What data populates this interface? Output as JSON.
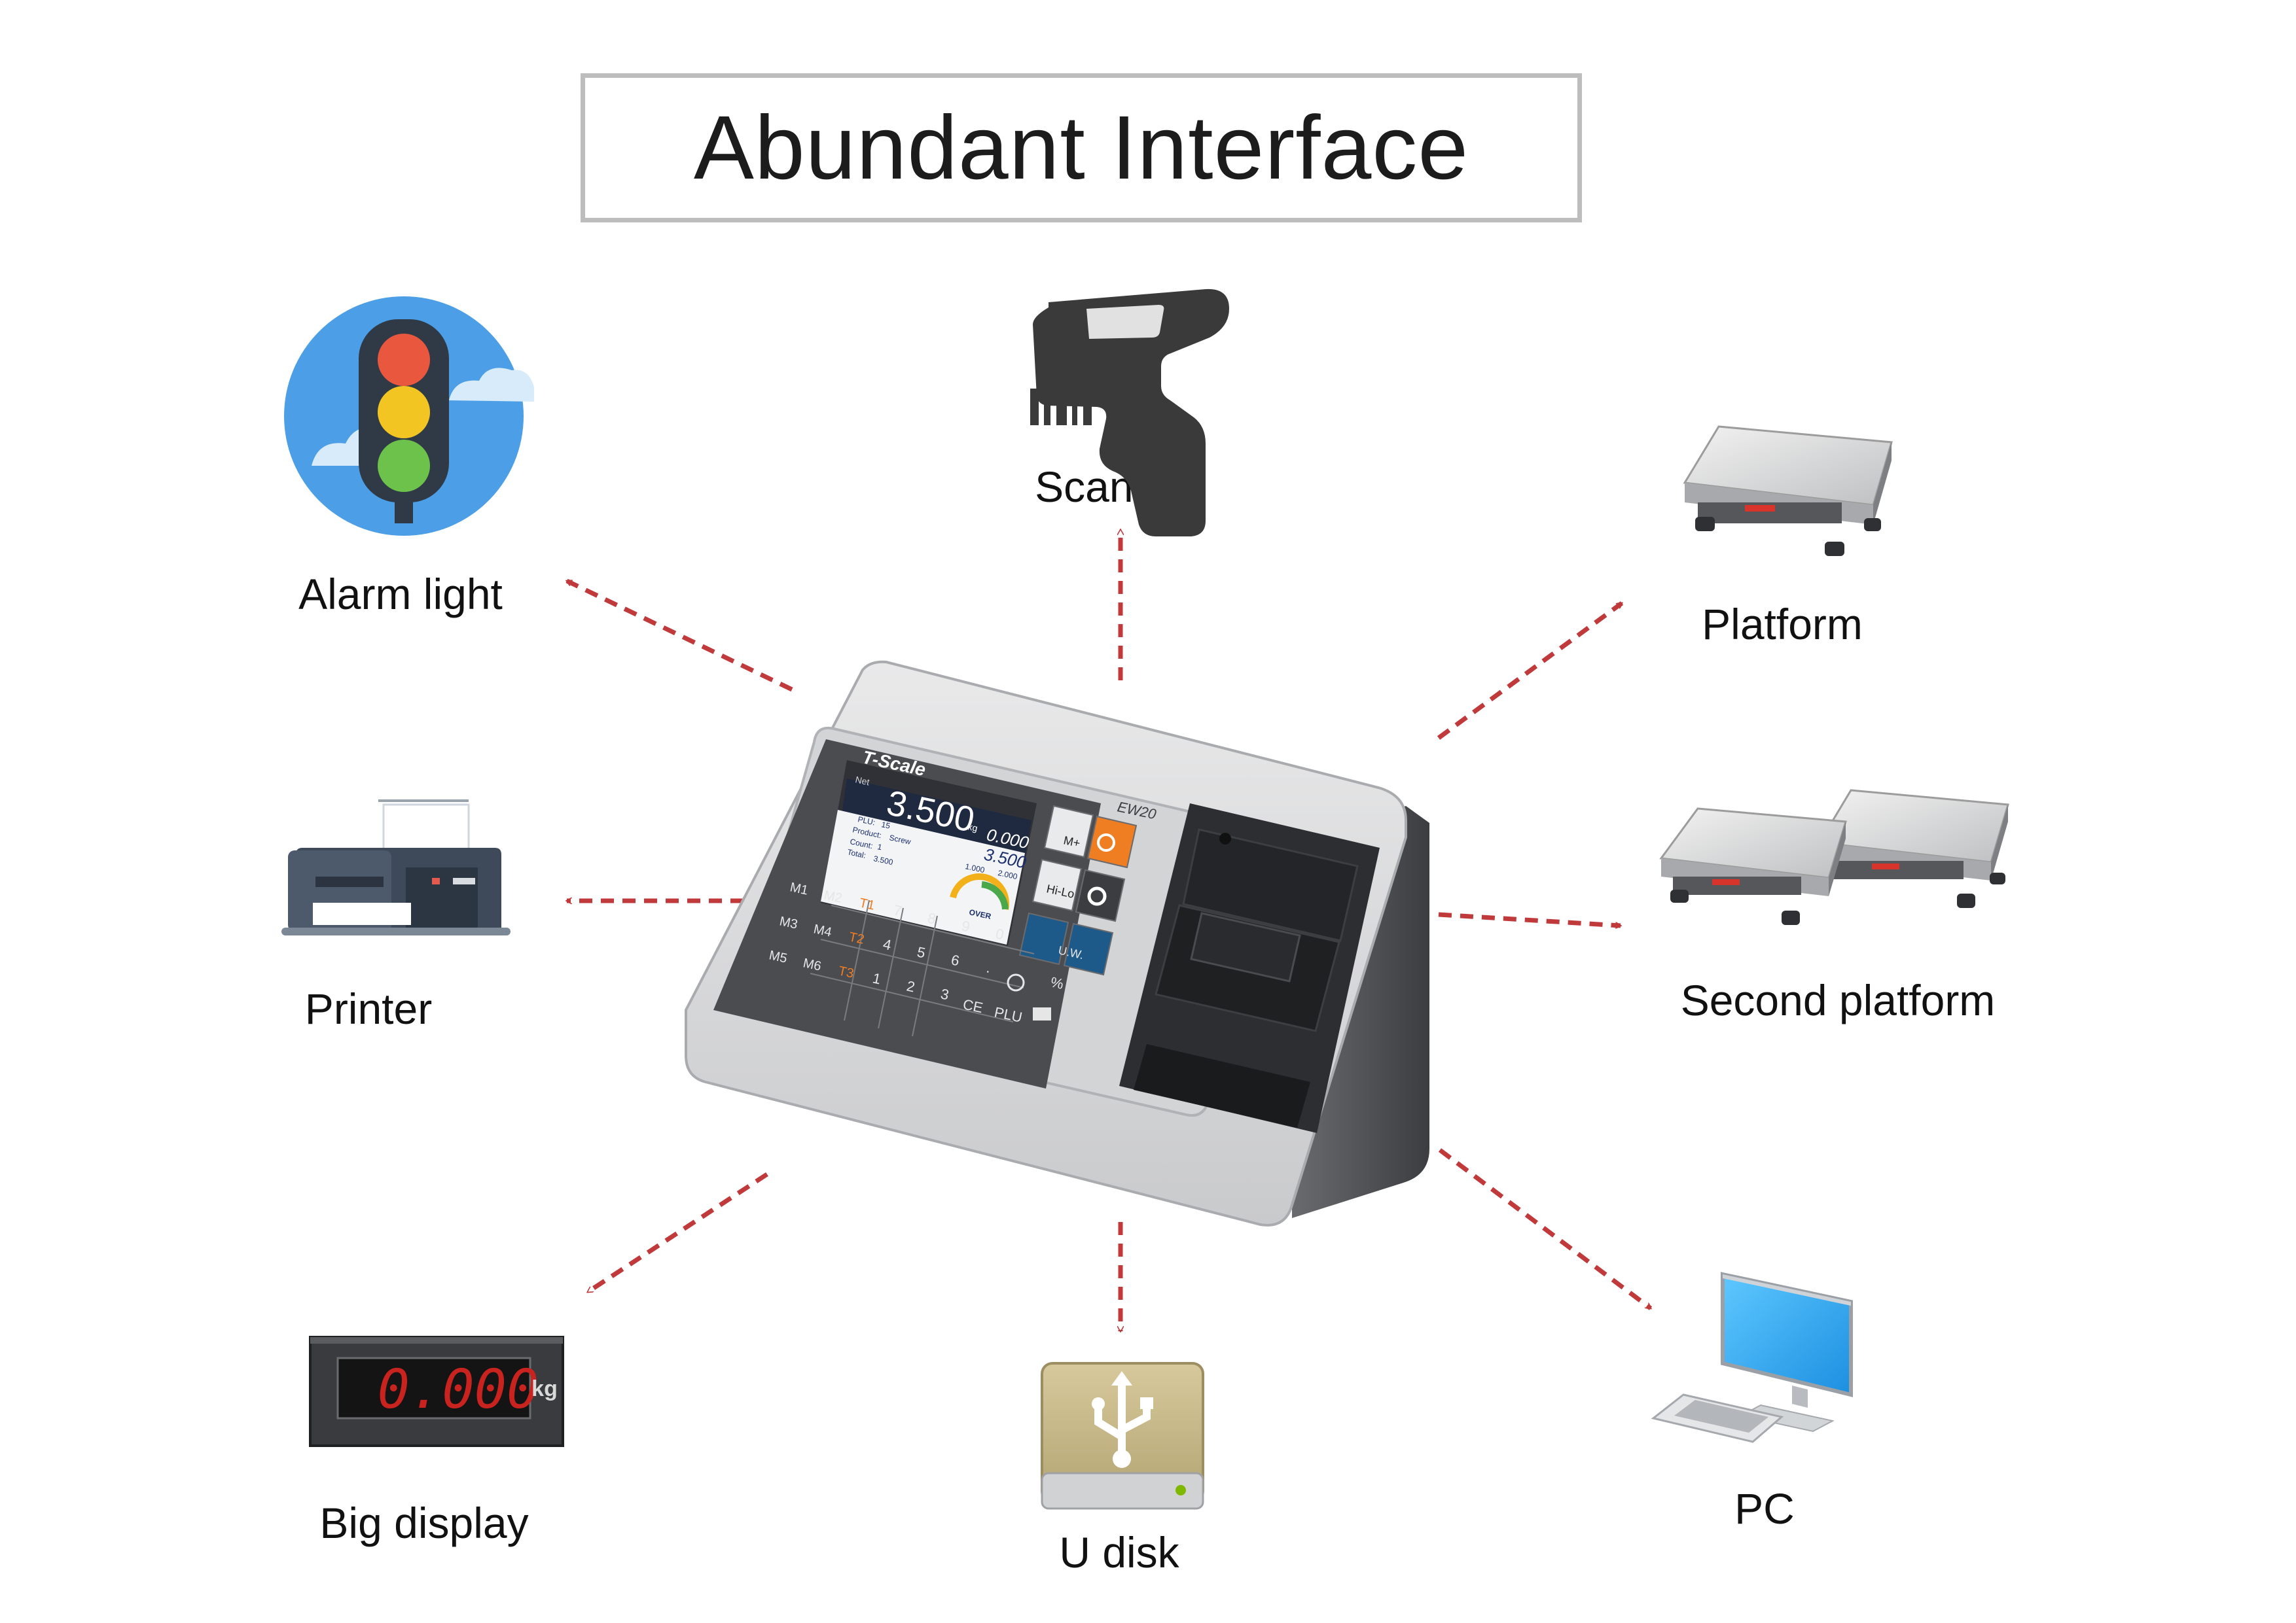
{
  "title": "Abundant Interface",
  "accent_color": "#c0393b",
  "indicator": {
    "brand": "T-Scale",
    "model": "EW20",
    "screen": {
      "mode": "Net",
      "main_reading": "3.500",
      "main_unit": "kg",
      "secondary_reading": "0.000",
      "secondary_reading_2": "3.500",
      "plu_label": "PLU:",
      "plu_value": "15",
      "product_label": "Product:",
      "product_value": "Screw",
      "count_label": "Count:",
      "count_value": "1",
      "total_label": "Total:",
      "total_value": "3.500",
      "gauge_low": "1.000",
      "gauge_high": "2.000",
      "gauge_label": "OVER"
    },
    "keypad": {
      "memory_keys": [
        "M1",
        "M2",
        "M3",
        "M4",
        "M5",
        "M6"
      ],
      "tare_keys": [
        "T1",
        "T2",
        "T3"
      ],
      "digit_keys": [
        "7",
        "8",
        "9",
        "4",
        "5",
        "6",
        "1",
        "2",
        "3",
        "0",
        "."
      ],
      "function_keys": [
        "U.W.",
        "%",
        "CE",
        "PLU",
        "M+",
        "Hi-Lo"
      ]
    }
  },
  "peripherals": [
    {
      "id": "alarm-light",
      "label": "Alarm light"
    },
    {
      "id": "scanner",
      "label": "Scanner"
    },
    {
      "id": "platform",
      "label": "Platform"
    },
    {
      "id": "printer",
      "label": "Printer"
    },
    {
      "id": "second-platform",
      "label": "Second platform"
    },
    {
      "id": "big-display",
      "label": "Big display",
      "reading": "0.000",
      "unit": "kg"
    },
    {
      "id": "u-disk",
      "label": "U disk"
    },
    {
      "id": "pc",
      "label": "PC"
    }
  ]
}
